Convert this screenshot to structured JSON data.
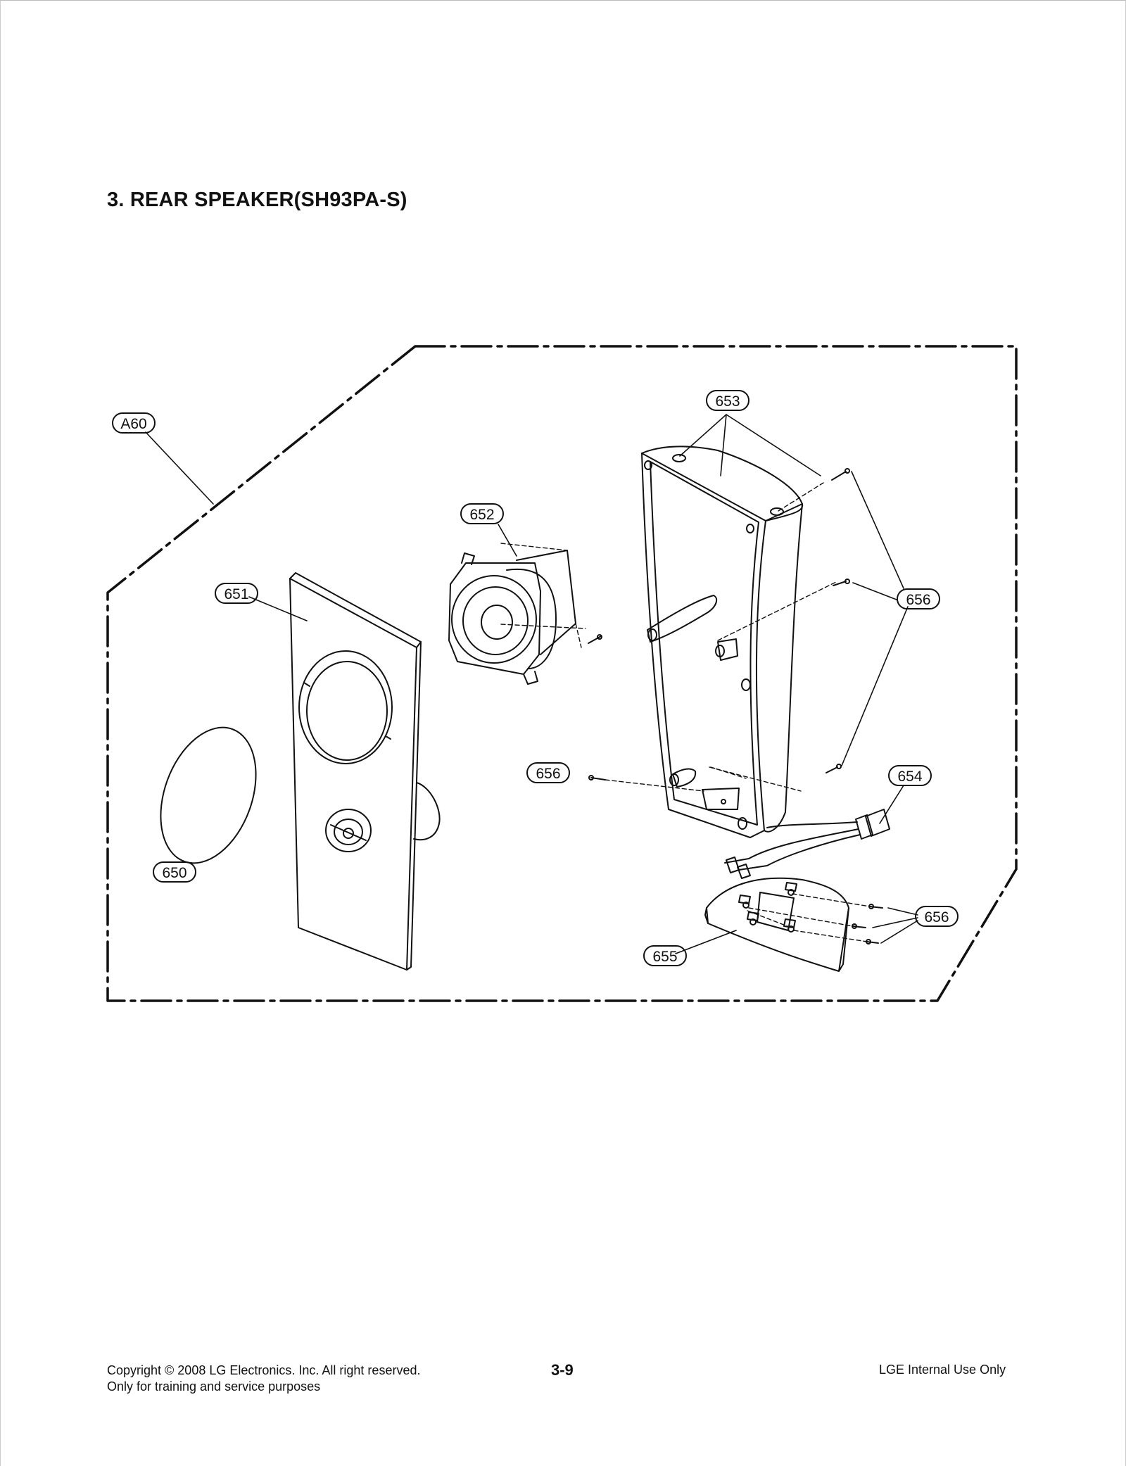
{
  "title": "3. REAR SPEAKER(SH93PA-S)",
  "callouts": {
    "a60": "A60",
    "p650": "650",
    "p651": "651",
    "p652": "652",
    "p653": "653",
    "p654": "654",
    "p655": "655",
    "p656_top": "656",
    "p656_left": "656",
    "p656_bottom": "656"
  },
  "footer": {
    "copyright": "Copyright © 2008 LG Electronics. Inc. All right reserved.",
    "purpose": "Only for training and service purposes",
    "page_number": "3-9",
    "notice": "LGE Internal Use Only"
  }
}
